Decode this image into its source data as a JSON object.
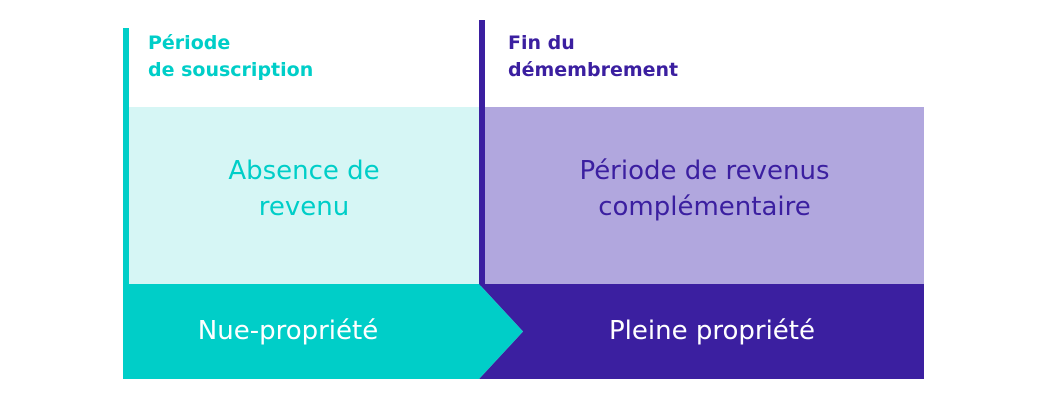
{
  "colors": {
    "teal": "#00cec8",
    "teal_light": "#d6f6f5",
    "purple": "#3b1fa0",
    "purple_light": "#b1a7de",
    "white": "#ffffff"
  },
  "header": {
    "left": {
      "line1": "Période",
      "line2": "de souscription"
    },
    "right": {
      "line1": "Fin du",
      "line2": "démembrement"
    }
  },
  "panels": {
    "left": {
      "line1": "Absence de",
      "line2": "revenu"
    },
    "right": {
      "line1": "Période de revenus",
      "line2": "complémentaire"
    }
  },
  "bar": {
    "left_label": "Nue-propriété",
    "right_label": "Pleine propriété"
  }
}
